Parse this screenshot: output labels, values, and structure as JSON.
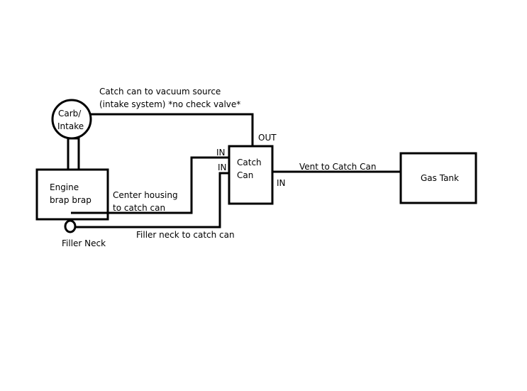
{
  "diagram": {
    "components": {
      "carb": {
        "line1": "Carb/",
        "line2": "Intake"
      },
      "engine": {
        "line1": "Engine",
        "line2": "brap brap"
      },
      "filler_neck": {
        "label": "Filler Neck"
      },
      "catch_can": {
        "line1": "Catch",
        "line2": "Can"
      },
      "gas_tank": {
        "label": "Gas Tank"
      }
    },
    "connections": {
      "vacuum": {
        "line1": "Catch can to vacuum source",
        "line2": "(intake system) *no check valve*"
      },
      "center_housing": {
        "line1": "Center housing",
        "line2": "to catch can"
      },
      "filler_neck": {
        "label": "Filler neck to catch can"
      },
      "vent": {
        "label": "Vent to Catch Can"
      }
    },
    "ports": {
      "out": "OUT",
      "in_top": "IN",
      "in_mid": "IN",
      "in_right": "IN"
    },
    "colors": {
      "stroke": "#000000",
      "background": "#ffffff"
    }
  }
}
